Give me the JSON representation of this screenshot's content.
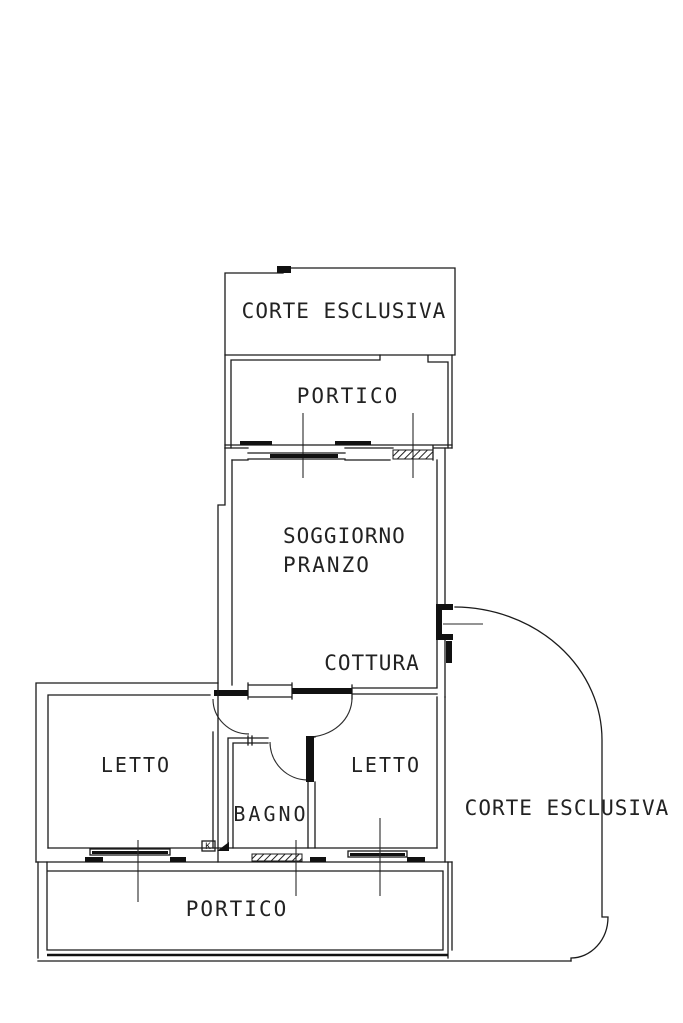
{
  "plan": {
    "labels": {
      "corte_top": "CORTE ESCLUSIVA",
      "portico_top": "PORTICO",
      "soggiorno_line1": "SOGGIORNO",
      "soggiorno_line2": "PRANZO",
      "cottura": "COTTURA",
      "letto_left": "LETTO",
      "bagno": "BAGNO",
      "letto_right": "LETTO",
      "corte_right": "CORTE ESCLUSIVA",
      "portico_bottom": "PORTICO",
      "kitchen_marker": "K"
    },
    "colors": {
      "line": "#1b1b1b",
      "background": "#ffffff"
    }
  }
}
